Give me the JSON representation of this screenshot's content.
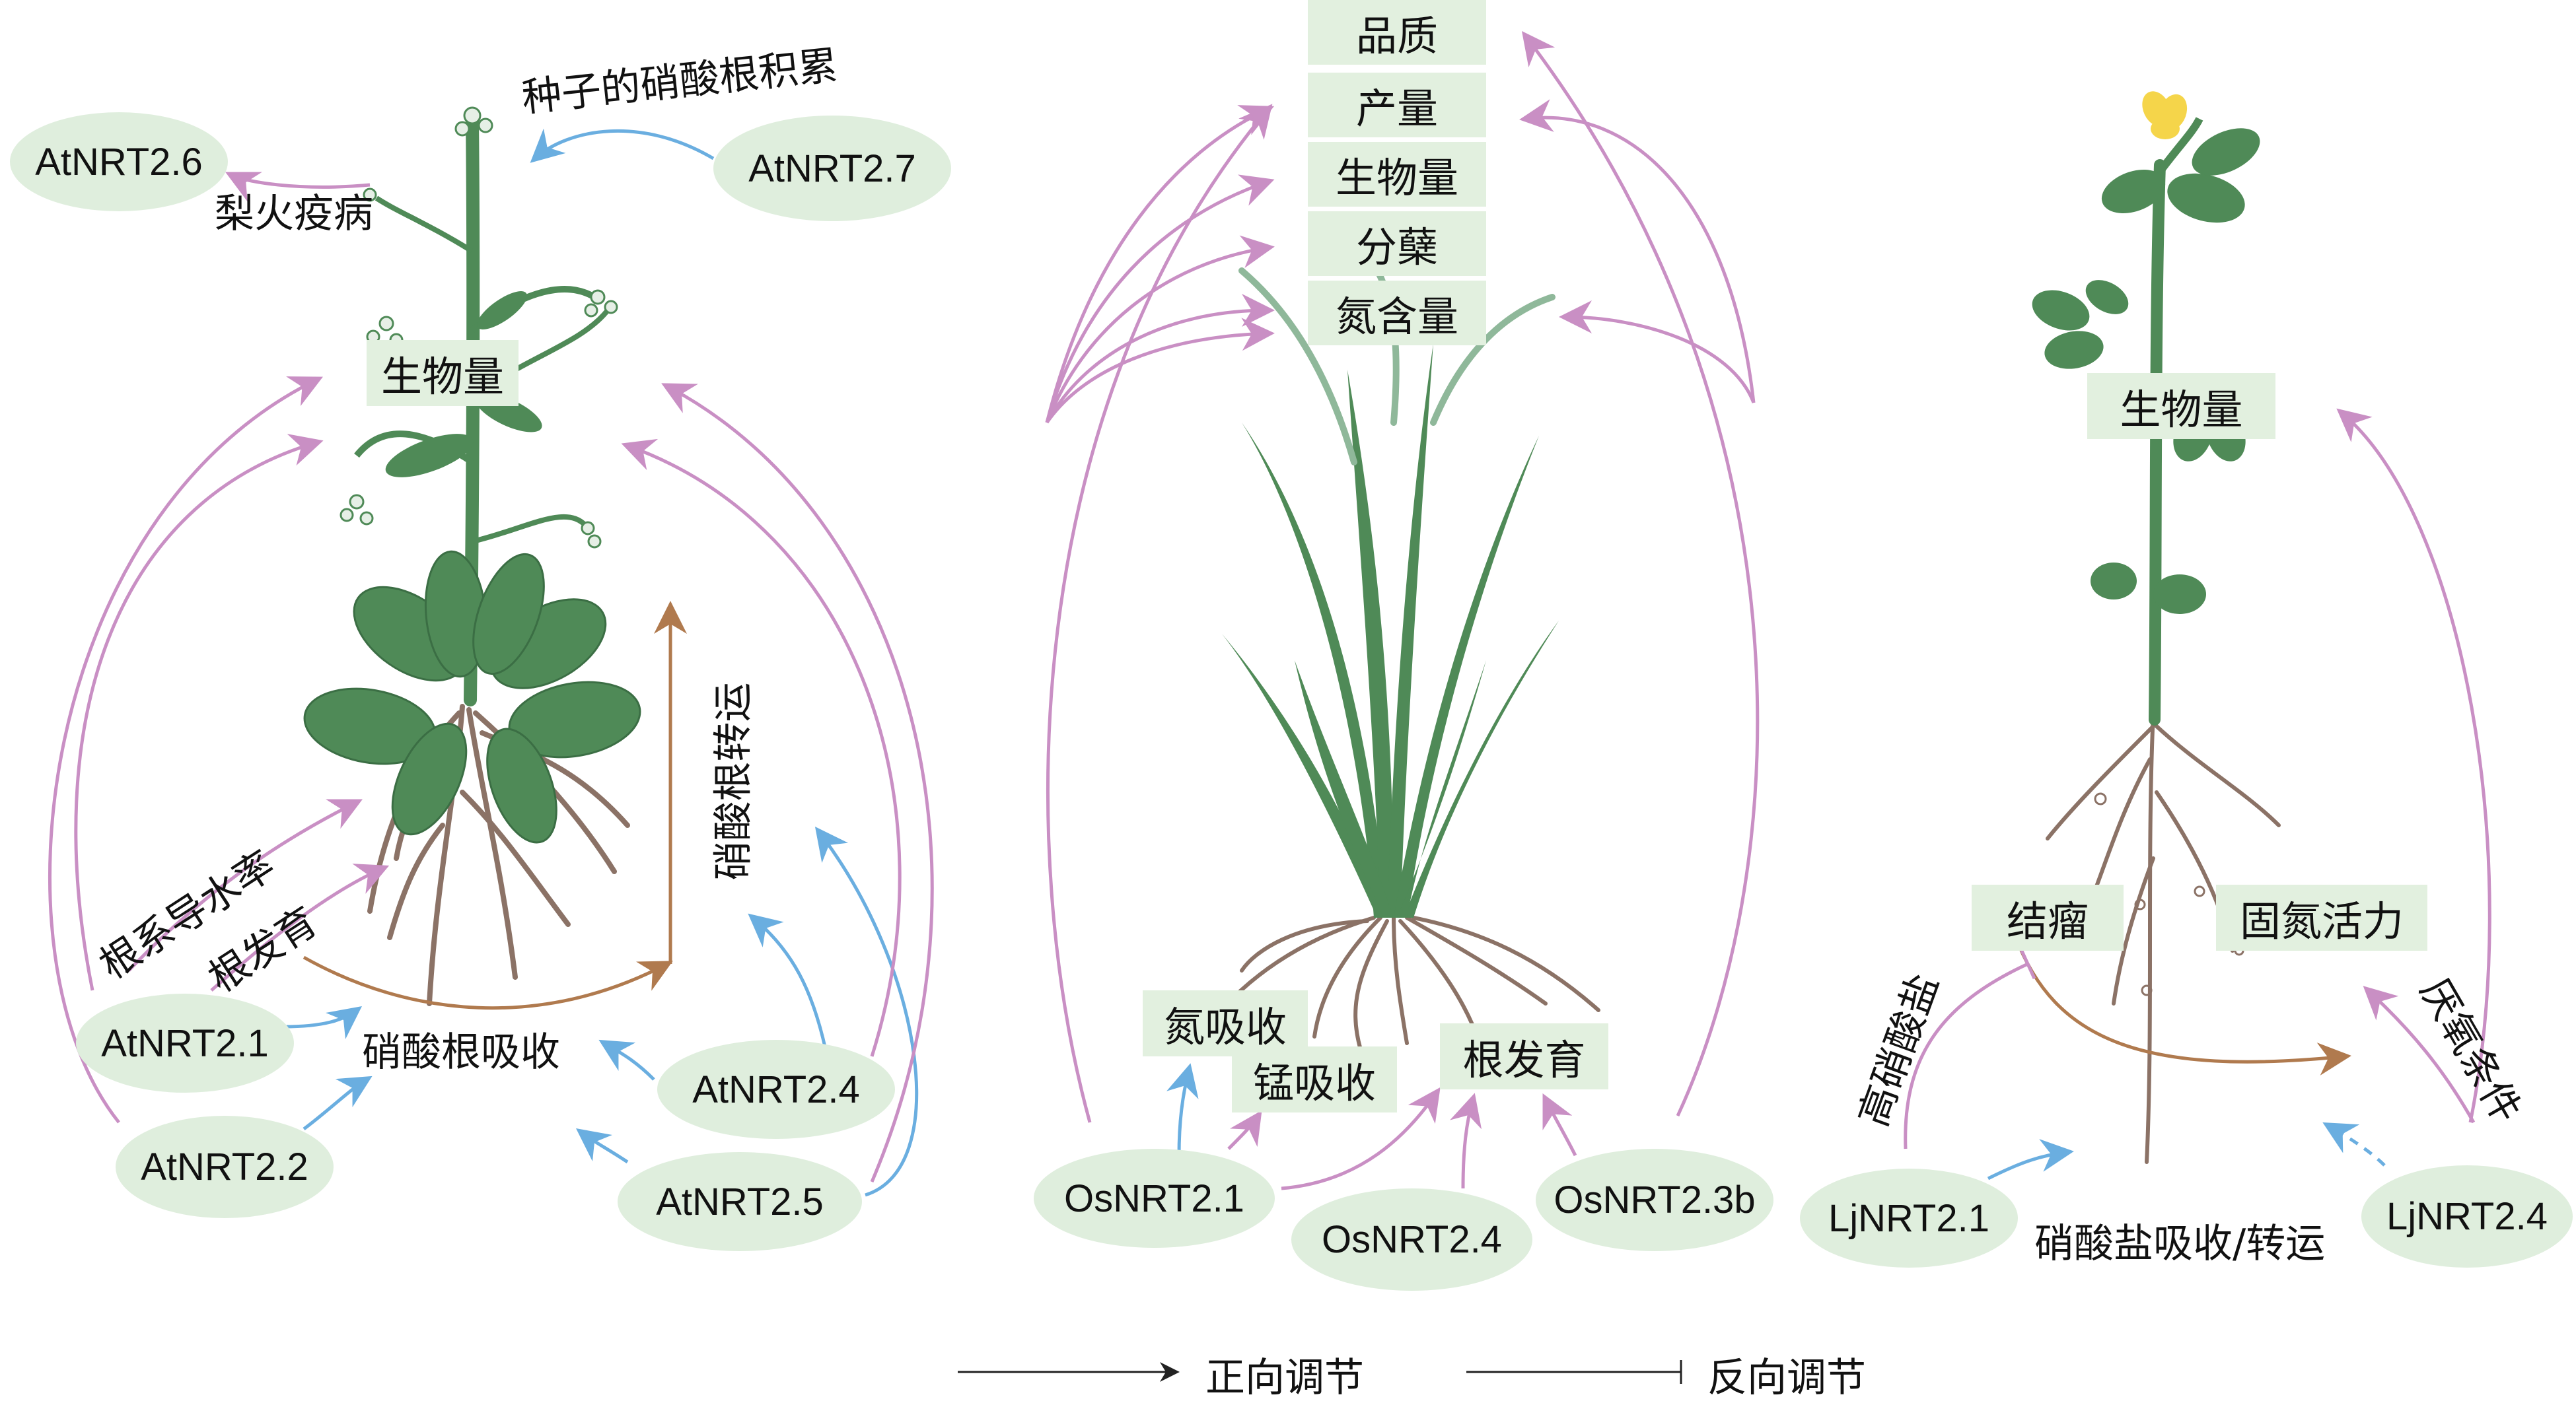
{
  "panels": {
    "arabidopsis": {
      "genes": [
        "AtNRT2.6",
        "AtNRT2.7",
        "AtNRT2.1",
        "AtNRT2.2",
        "AtNRT2.4",
        "AtNRT2.5"
      ],
      "traits": {
        "biomass": "生物量",
        "seed_nitrate": "种子的硝酸根积累",
        "fire_blight": "梨火疫病",
        "hydraulic": "根系导水率",
        "root_dev": "根发育",
        "uptake": "硝酸根吸收",
        "transport": "硝酸根转运"
      }
    },
    "rice": {
      "genes": [
        "OsNRT2.1",
        "OsNRT2.4",
        "OsNRT2.3b"
      ],
      "traits": {
        "quality": "品质",
        "yield": "产量",
        "biomass": "生物量",
        "tillering": "分蘖",
        "n_content": "氮含量",
        "n_uptake": "氮吸收",
        "mn_uptake": "锰吸收",
        "root_dev": "根发育"
      }
    },
    "lotus": {
      "genes": [
        "LjNRT2.1",
        "LjNRT2.4"
      ],
      "traits": {
        "biomass": "生物量",
        "nodulation": "结瘤",
        "fixation": "固氮活力",
        "high_nitrate": "高硝酸盐",
        "hypoxia": "厌氧条件",
        "uptake_transport": "硝酸盐吸收/转运"
      }
    }
  },
  "legend": {
    "positive": "正向调节",
    "negative": "反向调节"
  },
  "colors": {
    "gene_fill": "#dfeedd",
    "box_fill": "#e2f0df",
    "pink_arrow": "#c98fc4",
    "blue_arrow": "#6aaee0",
    "brown_arrow": "#b07a4e",
    "leaf_green": "#4f8a57",
    "root_brown": "#8b7266"
  }
}
